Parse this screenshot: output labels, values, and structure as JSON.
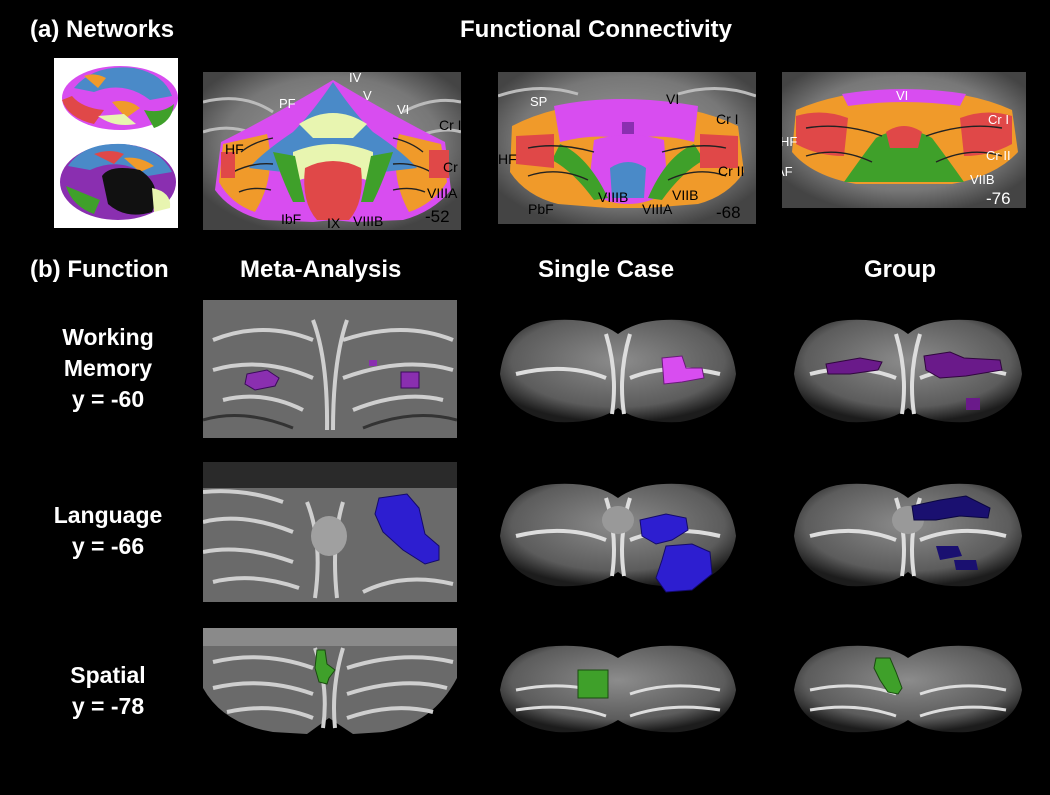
{
  "section_a": {
    "title": "(a) Networks",
    "subtitle": "Functional Connectivity",
    "panels": [
      {
        "slice": "-52",
        "labels": [
          "IV",
          "V",
          "PF",
          "VI",
          "Cr I",
          "HF",
          "Cr II",
          "VIIIA",
          "IbF",
          "IX",
          "VIIIB"
        ]
      },
      {
        "slice": "-68",
        "labels": [
          "SP",
          "VI",
          "Cr I",
          "HF",
          "Cr II",
          "VIIB",
          "VIIIB",
          "PbF",
          "VIIIA"
        ]
      },
      {
        "slice": "-76",
        "labels": [
          "VI",
          "Cr I",
          "HF",
          "Cr II",
          "AF",
          "VIIB"
        ]
      }
    ]
  },
  "section_b": {
    "title": "(b) Function",
    "columns": [
      "Meta-Analysis",
      "Single Case",
      "Group"
    ],
    "rows": [
      {
        "name": "Working",
        "name2": "Memory",
        "coord": "y = -60"
      },
      {
        "name": "Language",
        "coord": "y = -66"
      },
      {
        "name": "Spatial",
        "coord": "y = -78"
      }
    ]
  },
  "colors": {
    "purple": "#8a2fb0",
    "magenta": "#d84df0",
    "blue": "#2d1ed0",
    "navy": "#1a1070",
    "green": "#3fa02a",
    "orange": "#f09a2a",
    "red": "#e04848",
    "steelblue": "#4a8ac8",
    "palegreen": "#e8f5b0"
  }
}
